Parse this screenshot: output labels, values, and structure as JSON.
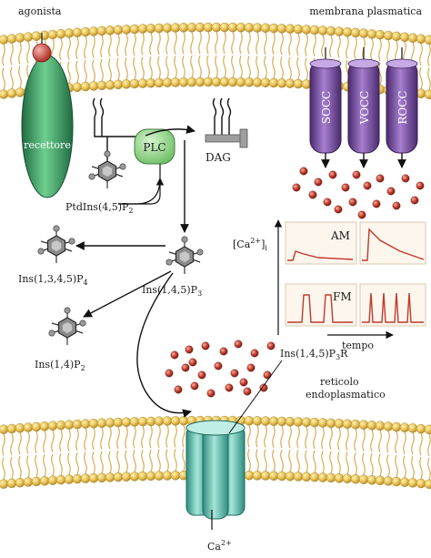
{
  "labels": {
    "agonist": "agonista",
    "plasma_membrane": "membrana plasmatica",
    "receptor": "recettore",
    "plc": "PLC",
    "dag": "DAG",
    "ptdins_base": "PtdIns(4,5)P",
    "ptdins_sub": "2",
    "socc": "SOCC",
    "vocc": "VOCC",
    "rocc": "ROCC",
    "ins1345_base": "Ins(1,3,4,5)P",
    "ins1345_sub": "4",
    "ins145_base": "Ins(1,4,5)P",
    "ins145_sub": "3",
    "ins14_base": "Ins(1,4)P",
    "ins14_sub": "2",
    "ip3r_base": "Ins(1,4,5)P",
    "ip3r_sub": "3",
    "ip3r_tail": "R",
    "er_line1": "reticolo",
    "er_line2": "endoplasmatico",
    "ca_base": "Ca",
    "ca_sup": "2+",
    "ca_conc_open": "[Ca",
    "ca_conc_sup": "2+",
    "ca_conc_close": "]",
    "ca_conc_sub": "i",
    "am": "AM",
    "fm": "FM",
    "time": "tempo"
  },
  "colors": {
    "lipid_head": "#e8c25a",
    "lipid_tail": "#d9b24a",
    "receptor": "#2e8b57",
    "agonist": "#d9534f",
    "plc": "#8fd18b",
    "channel": "#7b4fa0",
    "ip3r": "#4fb8a8",
    "calcium": "#c0392b",
    "trace": "#c0392b"
  },
  "icons": [
    "inositol-ring-icon",
    "calcium-ion-icon",
    "lipid-molecule-icon"
  ]
}
